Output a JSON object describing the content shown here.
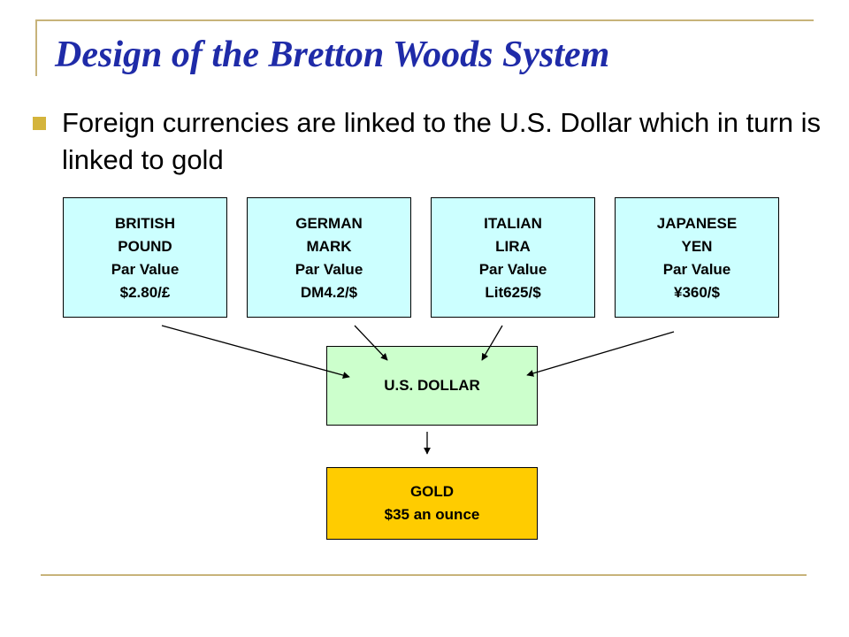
{
  "slide": {
    "title": "Design of the Bretton Woods System",
    "bullet": "Foreign currencies are linked to the U.S. Dollar which in turn is linked to gold"
  },
  "currencies": [
    {
      "line1": "BRITISH",
      "line2": "POUND",
      "par_label": "Par Value",
      "par_value": "$2.80/£"
    },
    {
      "line1": "GERMAN",
      "line2": "MARK",
      "par_label": "Par Value",
      "par_value": "DM4.2/$"
    },
    {
      "line1": "ITALIAN",
      "line2": "LIRA",
      "par_label": "Par Value",
      "par_value": "Lit625/$"
    },
    {
      "line1": "JAPANESE",
      "line2": "YEN",
      "par_label": "Par Value",
      "par_value": "¥360/$"
    }
  ],
  "dollar": {
    "label": "U.S. DOLLAR"
  },
  "gold": {
    "line1": "GOLD",
    "line2": "$35 an ounce"
  },
  "colors": {
    "title": "#1F2BA8",
    "bullet": "#D4B43C",
    "rule": "#C7B37A",
    "currency_fill": "#CCFFFF",
    "dollar_fill": "#CCFFCC",
    "gold_fill": "#FFCC00"
  }
}
